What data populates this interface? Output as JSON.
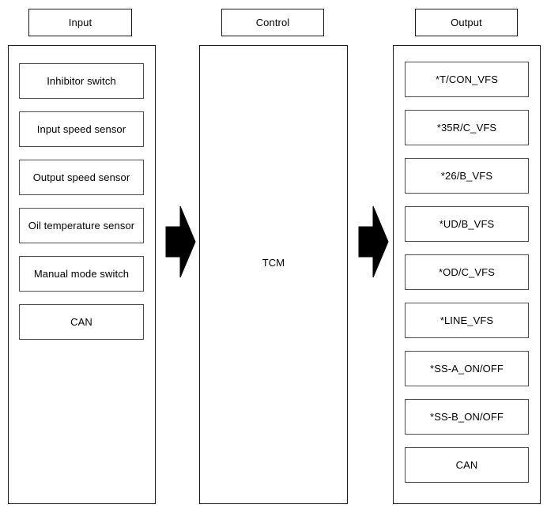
{
  "diagram": {
    "title": "TCM Input / Control / Output block diagram",
    "stroke_color": "#1a1a1a",
    "item_stroke_color": "#4d4d4d",
    "arrow_color": "#000000",
    "background": "#ffffff"
  },
  "columns": {
    "input": {
      "header": "Input",
      "items": [
        {
          "label": "Inhibitor switch"
        },
        {
          "label": "Input speed sensor"
        },
        {
          "label": "Output speed sensor"
        },
        {
          "label": "Oil temperature sensor"
        },
        {
          "label": "Manual mode switch"
        },
        {
          "label": "CAN"
        }
      ]
    },
    "control": {
      "header": "Control",
      "label": "TCM",
      "items": []
    },
    "output": {
      "header": "Output",
      "items": [
        {
          "label": "*T/CON_VFS"
        },
        {
          "label": "*35R/C_VFS"
        },
        {
          "label": "*26/B_VFS"
        },
        {
          "label": "*UD/B_VFS"
        },
        {
          "label": "*OD/C_VFS"
        },
        {
          "label": "*LINE_VFS"
        },
        {
          "label": "*SS-A_ON/OFF"
        },
        {
          "label": "*SS-B_ON/OFF"
        },
        {
          "label": "CAN"
        }
      ]
    }
  },
  "arrows": [
    {
      "name": "input-to-control",
      "direction": "right"
    },
    {
      "name": "control-to-output",
      "direction": "right"
    }
  ]
}
